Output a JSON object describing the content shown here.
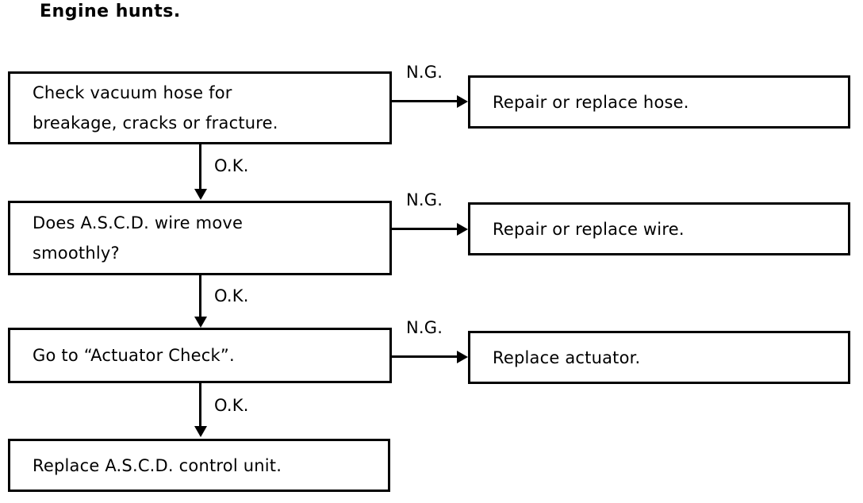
{
  "title": "Engine hunts.",
  "diagram_data": {
    "type": "flowchart",
    "orientation": "top-to-bottom with right branches",
    "nodes": [
      {
        "id": "check-vacuum-hose",
        "column": "left",
        "row": 1,
        "text": "Check vacuum hose for\nbreakage, cracks or fracture."
      },
      {
        "id": "repair-replace-hose",
        "column": "right",
        "row": 1,
        "text": "Repair or replace hose."
      },
      {
        "id": "ascd-wire-moves",
        "column": "left",
        "row": 2,
        "text": " Does A.S.C.D. wire move\nsmoothly?"
      },
      {
        "id": "repair-replace-wire",
        "column": "right",
        "row": 2,
        "text": "Repair or replace wire."
      },
      {
        "id": "go-to-actuator-check",
        "column": "left",
        "row": 3,
        "text": "Go to “Actuator Check”."
      },
      {
        "id": "replace-actuator",
        "column": "right",
        "row": 3,
        "text": "Replace actuator."
      },
      {
        "id": "replace-ascd-control-unit",
        "column": "left",
        "row": 4,
        "text": "Replace A.S.C.D. control unit."
      }
    ],
    "edges": [
      {
        "from": "check-vacuum-hose",
        "to": "repair-replace-hose",
        "label": "N.G.",
        "direction": "right"
      },
      {
        "from": "check-vacuum-hose",
        "to": "ascd-wire-moves",
        "label": "O.K.",
        "direction": "down"
      },
      {
        "from": "ascd-wire-moves",
        "to": "repair-replace-wire",
        "label": "N.G.",
        "direction": "right"
      },
      {
        "from": "ascd-wire-moves",
        "to": "go-to-actuator-check",
        "label": "O.K.",
        "direction": "down"
      },
      {
        "from": "go-to-actuator-check",
        "to": "replace-actuator",
        "label": "N.G.",
        "direction": "right"
      },
      {
        "from": "go-to-actuator-check",
        "to": "replace-ascd-control-unit",
        "label": "O.K.",
        "direction": "down"
      }
    ],
    "colors": {
      "line": "#000000",
      "text": "#000000",
      "background": "#ffffff"
    }
  },
  "labels": {
    "ng_1": "N.G.",
    "ng_2": "N.G.",
    "ng_3": "N.G.",
    "ok_1": "O.K.",
    "ok_2": "O.K.",
    "ok_3": "O.K."
  }
}
